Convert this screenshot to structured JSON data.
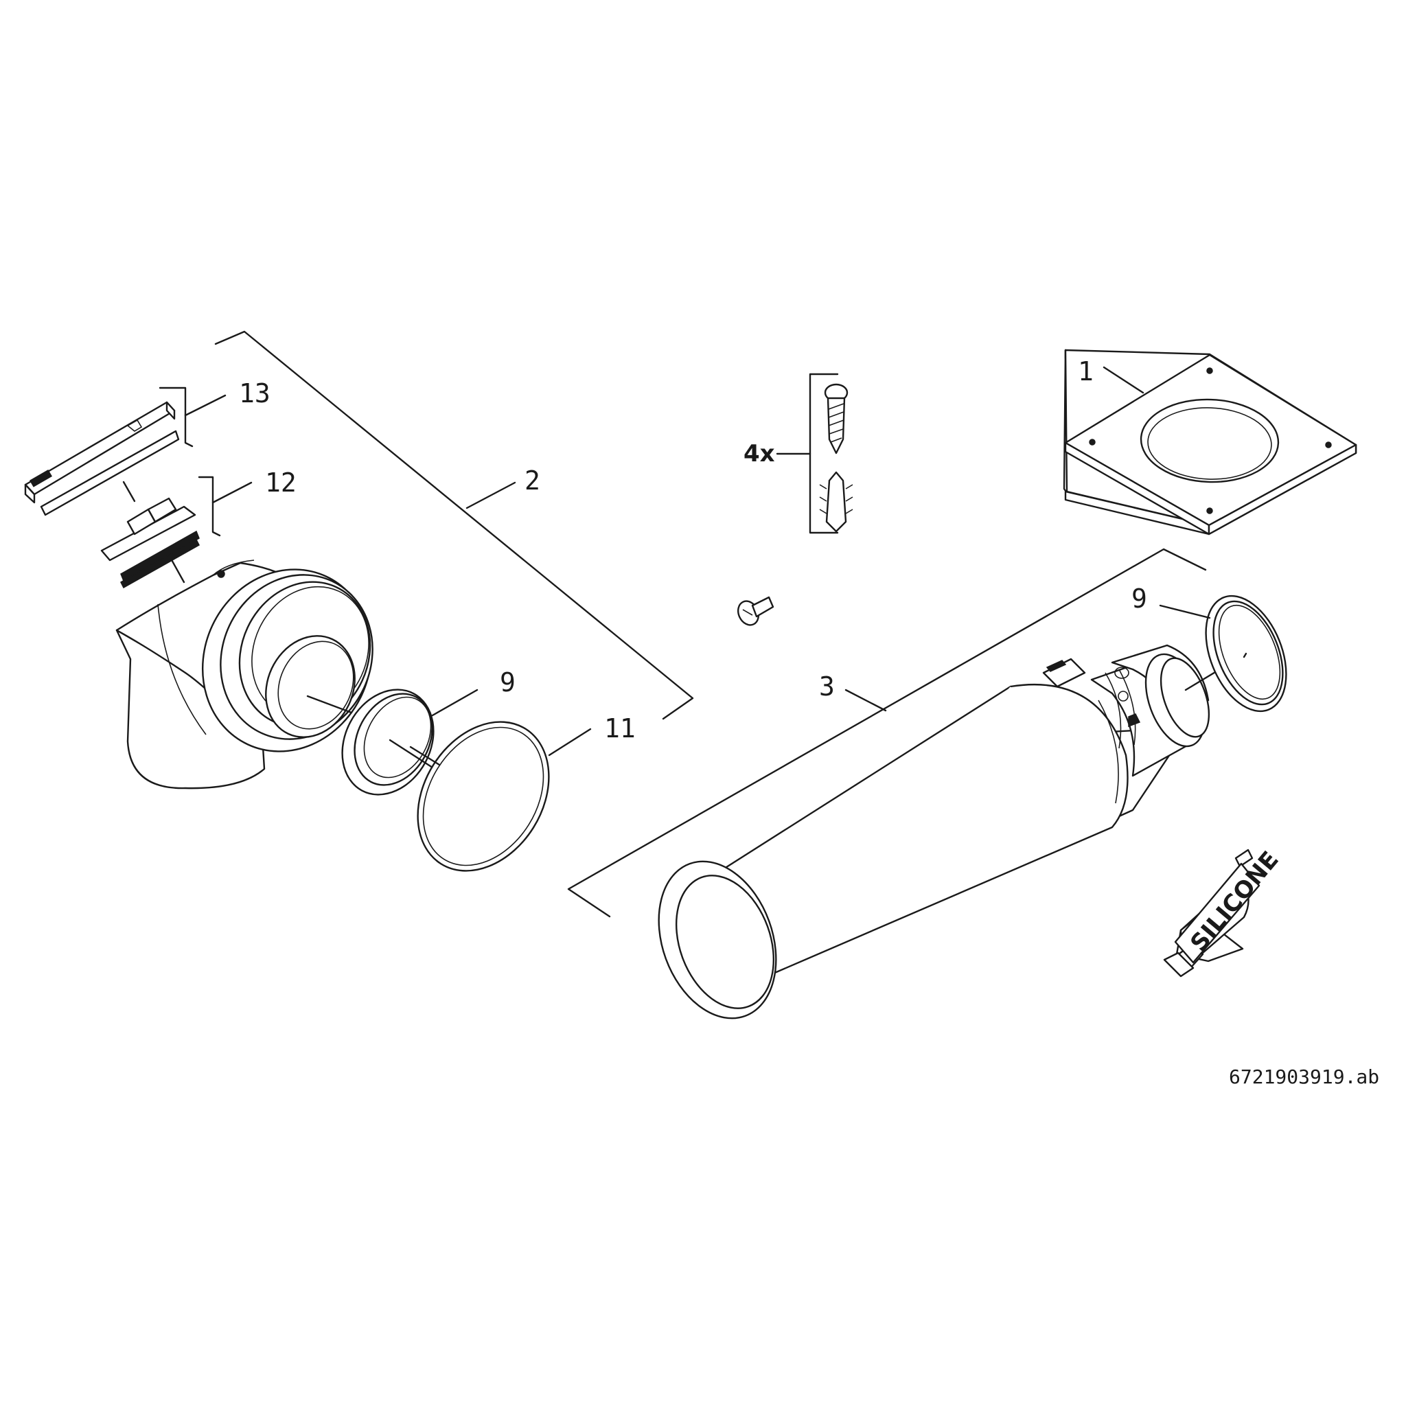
{
  "labels": {
    "item_1": "1",
    "item_2": "2",
    "item_3": "3",
    "item_9_left": "9",
    "item_9_right": "9",
    "item_11": "11",
    "item_12": "12",
    "item_13": "13",
    "fastener_qty": "4x",
    "tube_text": "SILICONE",
    "drawing_code": "6721903919.ab"
  }
}
